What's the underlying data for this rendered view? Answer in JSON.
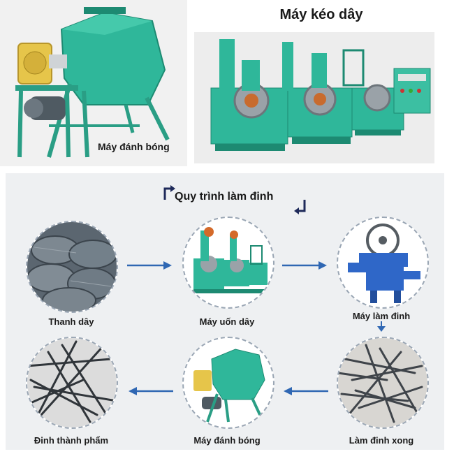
{
  "top": {
    "left_caption": "Máy đánh bóng",
    "right_title": "Máy kéo dây"
  },
  "process": {
    "title": "Quy trình làm đinh",
    "steps": [
      {
        "label": "Thanh dây",
        "icon": "wire-coil-icon"
      },
      {
        "label": "Máy uốn dây",
        "icon": "wire-drawing-machine-icon"
      },
      {
        "label": "Máy làm đinh",
        "icon": "nail-making-machine-icon"
      },
      {
        "label": "Làm đinh xong",
        "icon": "nails-pile-icon"
      },
      {
        "label": "Máy đánh bóng",
        "icon": "polishing-machine-icon"
      },
      {
        "label": "Đinh thành phẩm",
        "icon": "finished-nails-icon"
      }
    ]
  },
  "colors": {
    "machine_green": "#2fb79a",
    "gearbox_yellow": "#e6c54a",
    "arrow_blue": "#2f67b3",
    "nail_steel": "#4a4f55"
  }
}
